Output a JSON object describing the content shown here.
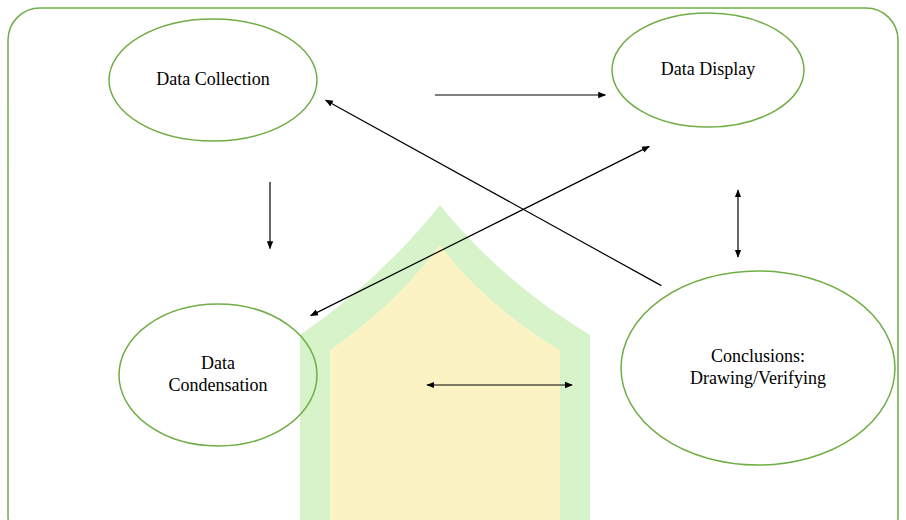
{
  "diagram": {
    "nodes": [
      {
        "text": [
          "Data Collection"
        ]
      },
      {
        "text": [
          "Data Display"
        ]
      },
      {
        "text": [
          "Data Condensation"
        ]
      },
      {
        "text": [
          "Conclusions: Drawing/Verifying"
        ]
      }
    ],
    "edges": [
      {
        "from": 0,
        "to": 1,
        "arrow": "to"
      },
      {
        "from": 0,
        "to": 2,
        "arrow": "to"
      },
      {
        "from": 2,
        "to": 3,
        "arrow": "both"
      },
      {
        "from": 1,
        "to": 3,
        "arrow": "both"
      },
      {
        "from": 1,
        "to": 2,
        "arrow": "both"
      },
      {
        "from": 3,
        "to": 0,
        "arrow": "to"
      }
    ]
  }
}
